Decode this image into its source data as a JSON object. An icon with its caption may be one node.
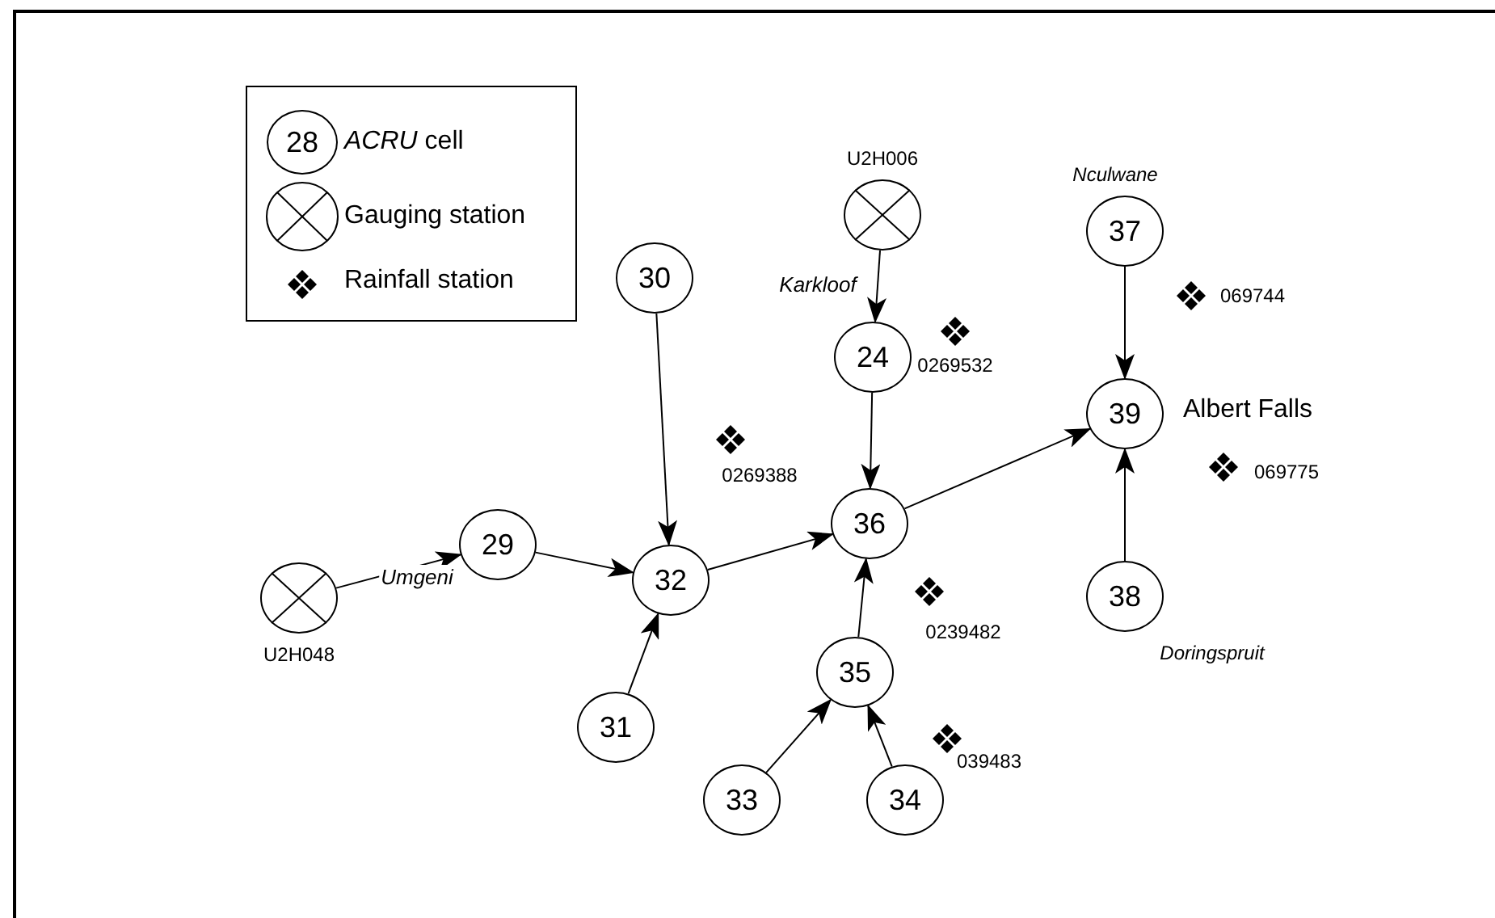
{
  "diagram": {
    "nodes": [
      {
        "text": [],
        "shape": "circle",
        "beside": [
          "U2H006"
        ]
      },
      {
        "text": [
          "37"
        ],
        "beside": [
          "Nculwane"
        ]
      },
      {
        "text": [
          "24"
        ]
      },
      {
        "text": [
          "30"
        ]
      },
      {
        "text": [
          "39"
        ],
        "beside": [
          "Albert Falls"
        ]
      },
      {
        "text": [
          "36"
        ]
      },
      {
        "text": [
          "29"
        ]
      },
      {
        "text": [],
        "shape": "circle",
        "beside": [
          "U2H048"
        ]
      },
      {
        "text": [
          "32"
        ]
      },
      {
        "text": [
          "38"
        ],
        "beside": [
          "Doringspruit"
        ]
      },
      {
        "text": [
          "35"
        ]
      },
      {
        "text": [
          "31"
        ]
      },
      {
        "text": [
          "33"
        ]
      },
      {
        "text": [
          "34"
        ]
      }
    ],
    "edges": [
      {
        "from": 0,
        "to": 2,
        "arrow": "to",
        "label": "Karkloof"
      },
      {
        "from": 1,
        "to": 4,
        "arrow": "to"
      },
      {
        "from": 2,
        "to": 5,
        "arrow": "to"
      },
      {
        "from": 3,
        "to": 8,
        "arrow": "to"
      },
      {
        "from": 5,
        "to": 4,
        "arrow": "to"
      },
      {
        "from": 7,
        "to": 6,
        "arrow": "to",
        "label": "Umgeni"
      },
      {
        "from": 6,
        "to": 8,
        "arrow": "to"
      },
      {
        "from": 8,
        "to": 5,
        "arrow": "to"
      },
      {
        "from": 9,
        "to": 4,
        "arrow": "to"
      },
      {
        "from": 10,
        "to": 5,
        "arrow": "to"
      },
      {
        "from": 11,
        "to": 8,
        "arrow": "to"
      },
      {
        "from": 12,
        "to": 10,
        "arrow": "to"
      },
      {
        "from": 13,
        "to": 10,
        "arrow": "to"
      }
    ],
    "labels": [
      "28",
      "069744",
      "0269532",
      "0269388",
      "069775",
      "0239482",
      "039483"
    ],
    "legend": [
      {
        "text": "*ACRU* cell"
      },
      {
        "text": "Gauging station"
      },
      {
        "text": "Rainfall station"
      }
    ]
  }
}
